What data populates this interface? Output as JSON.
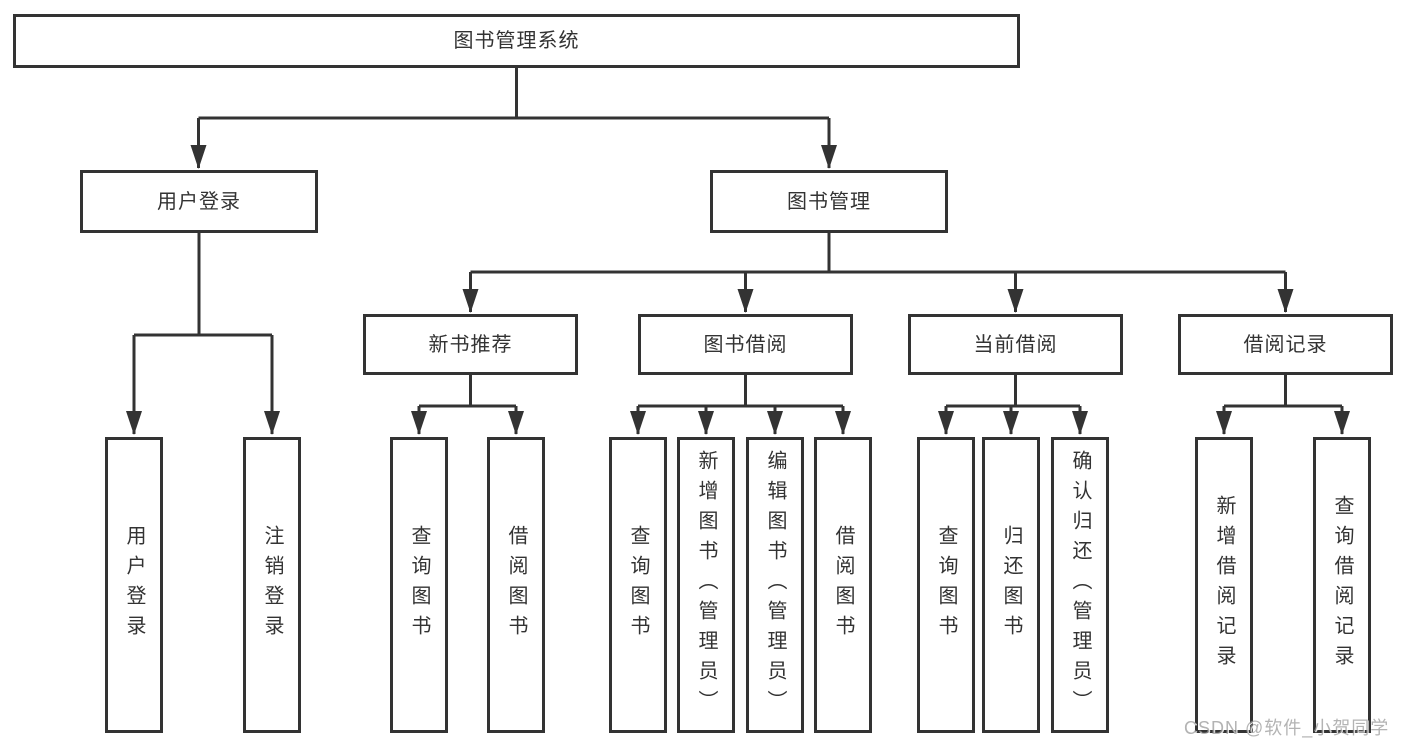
{
  "diagram_title": "图书管理系统",
  "watermark": "CSDN @软件_小贺同学",
  "colors": {
    "line": "#333333",
    "border": "#333333",
    "text": "#333333",
    "box_background": "#ffffff",
    "page_background": "#ffffff",
    "watermark_text": "#969696"
  },
  "nodes": {
    "root": {
      "label": "图书管理系统"
    },
    "branches": [
      {
        "label": "用户登录"
      },
      {
        "label": "图书管理"
      }
    ],
    "groups": [
      {
        "label": "新书推荐",
        "parent": "图书管理"
      },
      {
        "label": "图书借阅",
        "parent": "图书管理"
      },
      {
        "label": "当前借阅",
        "parent": "图书管理"
      },
      {
        "label": "借阅记录",
        "parent": "图书管理"
      }
    ],
    "leaves": [
      {
        "label": "用户登录",
        "parent": "用户登录"
      },
      {
        "label": "注销登录",
        "parent": "用户登录"
      },
      {
        "label": "查询图书",
        "parent": "新书推荐"
      },
      {
        "label": "借阅图书",
        "parent": "新书推荐"
      },
      {
        "label": "查询图书",
        "parent": "图书借阅"
      },
      {
        "label": "新增图书（管理员）",
        "parent": "图书借阅"
      },
      {
        "label": "编辑图书（管理员）",
        "parent": "图书借阅"
      },
      {
        "label": "借阅图书",
        "parent": "图书借阅"
      },
      {
        "label": "查询图书",
        "parent": "当前借阅"
      },
      {
        "label": "归还图书",
        "parent": "当前借阅"
      },
      {
        "label": "确认归还（管理员）",
        "parent": "当前借阅"
      },
      {
        "label": "新增借阅记录",
        "parent": "借阅记录"
      },
      {
        "label": "查询借阅记录",
        "parent": "借阅记录"
      }
    ]
  }
}
